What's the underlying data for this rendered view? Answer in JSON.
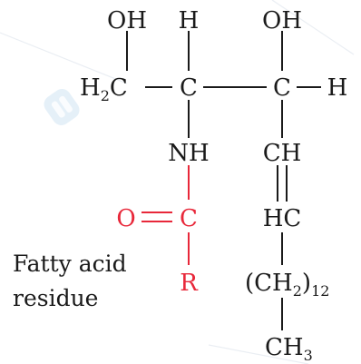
{
  "colors": {
    "black": "#1a1a1a",
    "red": "#e8283a",
    "watermark": "#cfe3f3"
  },
  "atoms": {
    "oh_left": "OH",
    "h_top": "H",
    "oh_right": "OH",
    "h2c_main": "H",
    "h2c_sub": "2",
    "h2c_tail": "C",
    "c_center": "C",
    "c_right": "C",
    "h_right": "H",
    "nh": "NH",
    "ch": "CH",
    "o_red": "O",
    "c_red": "C",
    "hc": "HC",
    "r_red": "R",
    "ch2_open": "(CH",
    "ch2_sub": "2",
    "ch2_close": ")",
    "ch2_count": "12",
    "ch3_main": "CH",
    "ch3_sub": "3"
  },
  "caption": {
    "line1": "Fatty acid",
    "line2": "residue"
  }
}
